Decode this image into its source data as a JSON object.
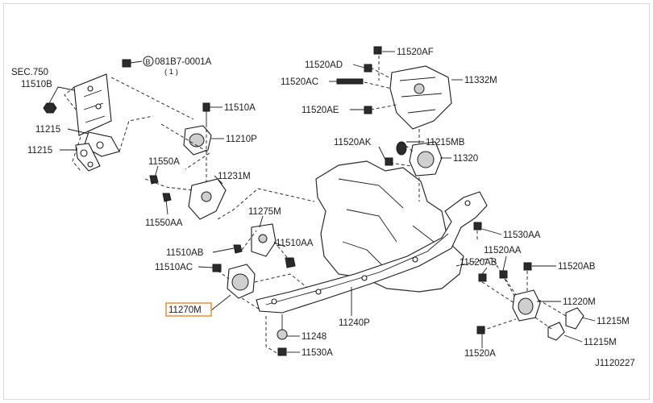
{
  "diagram": {
    "reference_code": "J1120227",
    "labels": {
      "sec750": "SEC.750",
      "p11510B": "11510B",
      "p081B7_0001A": "081B7-0001A",
      "p081B7_qty": "( 1 )",
      "p081B7_circle": "B",
      "p11215_a": "11215",
      "p11215_b": "11215",
      "p11510A": "11510A",
      "p11210P": "11210P",
      "p11550A": "11550A",
      "p11231M": "11231M",
      "p11550AA": "11550AA",
      "p11275M": "11275M",
      "p11510AB": "11510AB",
      "p11510AA": "11510AA",
      "p11510AC": "11510AC",
      "p11270M": "11270M",
      "p11248": "11248",
      "p11530A": "11530A",
      "p11240P": "11240P",
      "p11520AF": "11520AF",
      "p11520AD": "11520AD",
      "p11520AC": "11520AC",
      "p11332M": "11332M",
      "p11520AE": "11520AE",
      "p11520AK": "11520AK",
      "p11215MB": "11215MB",
      "p11320": "11320",
      "p11530AA": "11530AA",
      "p11520AA": "11520AA",
      "p11520AB_a": "11520AB",
      "p11520AB_b": "11520AB",
      "p11220M": "11220M",
      "p11215M_a": "11215M",
      "p11215M_b": "11215M",
      "p11520A": "11520A"
    }
  }
}
